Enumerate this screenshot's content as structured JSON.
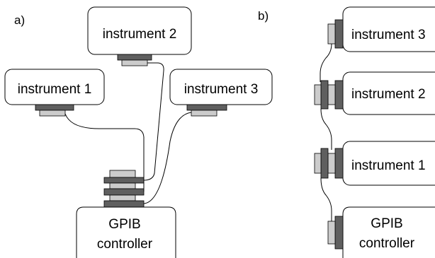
{
  "panel_a": {
    "label": "a)",
    "instrument_1": "instrument 1",
    "instrument_2": "instrument 2",
    "instrument_3": "instrument 3",
    "controller_line1": "GPIB",
    "controller_line2": "controller"
  },
  "panel_b": {
    "label": "b)",
    "instrument_3": "instrument 3",
    "instrument_2": "instrument 2",
    "instrument_1": "instrument 1",
    "controller_line1": "GPIB",
    "controller_line2": "controller"
  },
  "colors": {
    "connector_dark": "#5f5f5f",
    "connector_light": "#cccccc",
    "outline": "#000000",
    "background": "#ffffff"
  }
}
